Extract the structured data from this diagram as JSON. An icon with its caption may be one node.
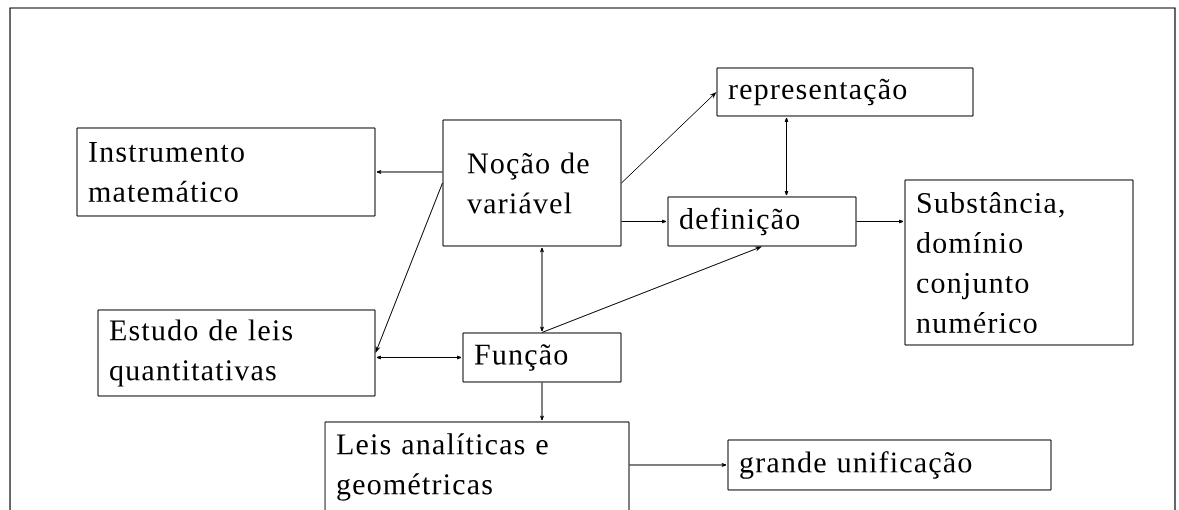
{
  "diagram": {
    "nodes": [
      {
        "text": [
          "representação"
        ]
      },
      {
        "text": [
          "Instrumento matemático"
        ]
      },
      {
        "text": [
          "Noção de variável"
        ]
      },
      {
        "text": [
          "definição"
        ]
      },
      {
        "text": [
          "Substância, domínio conjunto numérico"
        ]
      },
      {
        "text": [
          "Estudo de leis quantitativas"
        ]
      },
      {
        "text": [
          "Função"
        ]
      },
      {
        "text": [
          "Leis analíticas e geométricas"
        ]
      },
      {
        "text": [
          "grande unificação"
        ]
      }
    ],
    "edges": [
      {
        "from": 2,
        "to": 1,
        "arrow": "to"
      },
      {
        "from": 2,
        "to": 5,
        "arrow": "to"
      },
      {
        "from": 2,
        "to": 0,
        "arrow": "to"
      },
      {
        "from": 2,
        "to": 3,
        "arrow": "to"
      },
      {
        "from": 0,
        "to": 3,
        "arrow": "both"
      },
      {
        "from": 3,
        "to": 4,
        "arrow": "to"
      },
      {
        "from": 2,
        "to": 6,
        "arrow": "both"
      },
      {
        "from": 6,
        "to": 3,
        "arrow": "to"
      },
      {
        "from": 5,
        "to": 6,
        "arrow": "both"
      },
      {
        "from": 6,
        "to": 7,
        "arrow": "to"
      },
      {
        "from": 7,
        "to": 8,
        "arrow": "to"
      }
    ]
  }
}
